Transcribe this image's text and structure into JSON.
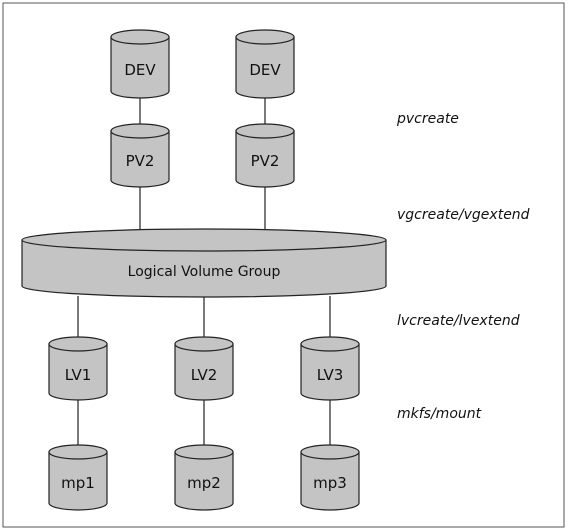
{
  "nodes": {
    "dev1": "DEV",
    "dev2": "DEV",
    "pv1": "PV2",
    "pv2": "PV2",
    "vg": "Logical Volume Group",
    "lv1": "LV1",
    "lv2": "LV2",
    "lv3": "LV3",
    "mp1": "mp1",
    "mp2": "mp2",
    "mp3": "mp3"
  },
  "commands": {
    "pvcreate": "pvcreate",
    "vgcreate": "vgcreate/vgextend",
    "lvcreate": "lvcreate/lvextend",
    "mkfs": "mkfs/mount"
  },
  "colors": {
    "cylinder_fill": "#c4c4c4",
    "stroke": "#222222"
  }
}
